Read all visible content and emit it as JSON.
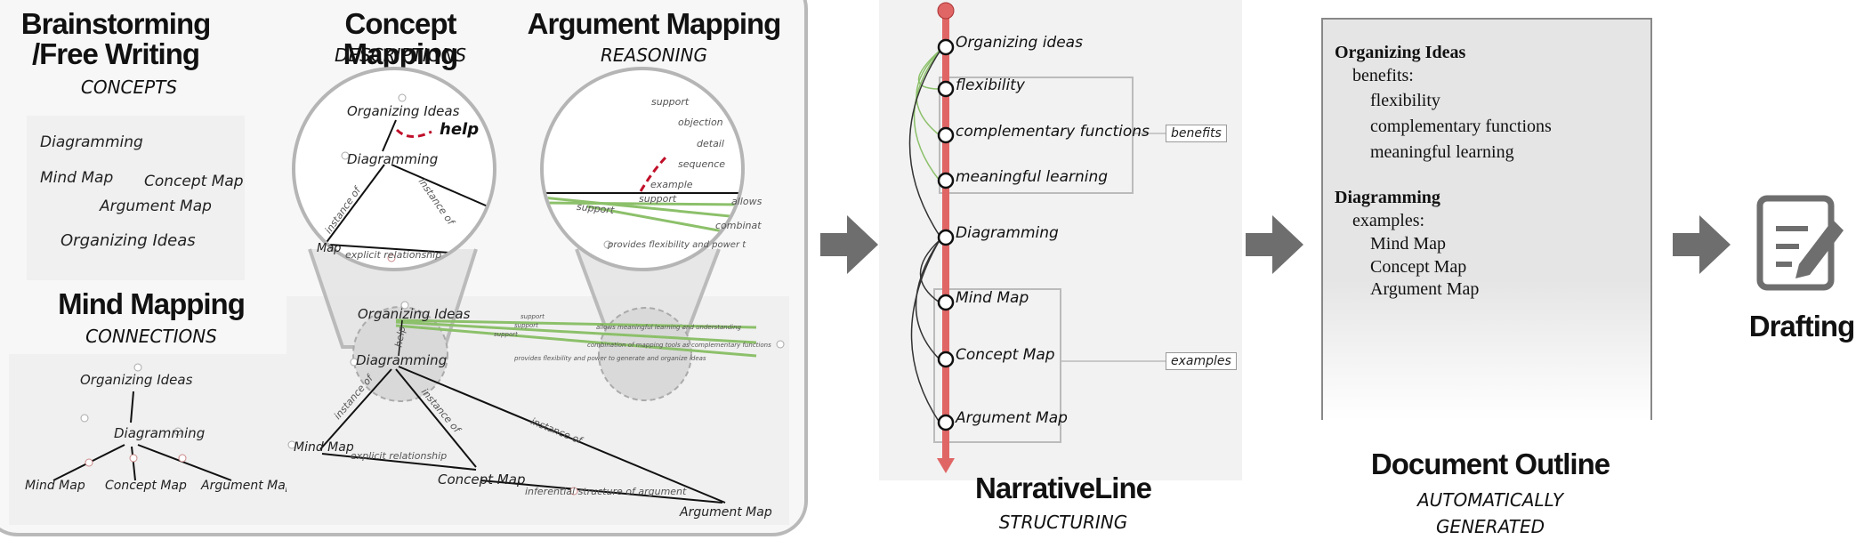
{
  "panels": {
    "brainstorming": {
      "title1": "Brainstorming",
      "title2": "/Free Writing",
      "subtitle": "CONCEPTS",
      "words": [
        "Diagramming",
        "Mind Map",
        "Concept Map",
        "Argument Map",
        "Organizing Ideas"
      ]
    },
    "concept_mapping": {
      "title": "Concept Mapping",
      "subtitle": "DESCRIPTIONS"
    },
    "argument_mapping": {
      "title": "Argument Mapping",
      "subtitle": "REASONING"
    },
    "mind_mapping": {
      "title": "Mind Mapping",
      "subtitle": "CONNECTIONS",
      "nodes": [
        "Organizing Ideas",
        "Diagramming",
        "Mind Map",
        "Concept Map",
        "Argument Map"
      ]
    }
  },
  "zoom_concept": {
    "top": "Organizing Ideas",
    "help": "help",
    "middle": "Diagramming",
    "edge1": "instance of",
    "edge2": "instance of",
    "left": "Map",
    "rel": "explicit relationship"
  },
  "zoom_argument": {
    "labels": [
      "support",
      "objection",
      "detail",
      "sequence",
      "example"
    ],
    "right1": "allows",
    "right2": "combinat",
    "mid": "support",
    "left": "support",
    "bottom": "provides flexibility and power t"
  },
  "big_map": {
    "top": "Organizing Ideas",
    "help": "help",
    "middle": "Diagramming",
    "edge1": "instance of",
    "edge2": "instance of",
    "edge3": "instance of",
    "mind": "Mind Map",
    "concept": "Concept Map",
    "argument": "Argument Map",
    "rel1": "explicit relationship",
    "rel2": "inferential structure of argument",
    "s1": "support",
    "s2": "support",
    "s3": "support",
    "r1": "allows meaningful learning and understanding",
    "r2": "combination of mapping tools as complementary functions",
    "r3": "provides flexibility and power to generate and organize ideas"
  },
  "narrative": {
    "title": "NarrativeLine",
    "subtitle": "STRUCTURING",
    "items": [
      "Organizing ideas",
      "flexibility",
      "complementary functions",
      "meaningful learning",
      "Diagramming",
      "Mind Map",
      "Concept Map",
      "Argument Map"
    ],
    "tag_benefits": "benefits",
    "tag_examples": "examples"
  },
  "outline": {
    "title": "Document Outline",
    "subtitle1": "AUTOMATICALLY",
    "subtitle2": "GENERATED",
    "h1": "Organizing Ideas",
    "l1": "benefits:",
    "i1": "flexibility",
    "i2": "complementary functions",
    "i3": "meaningful learning",
    "h2": "Diagramming",
    "l2": "examples:",
    "i4": "Mind Map",
    "i5": "Concept Map",
    "i6": "Argument Map"
  },
  "drafting": {
    "title": "Drafting"
  },
  "colors": {
    "narrative_line": "#e06666",
    "support": "#8cc06a",
    "help": "#c0102a",
    "arrow": "#6e6e6e"
  }
}
